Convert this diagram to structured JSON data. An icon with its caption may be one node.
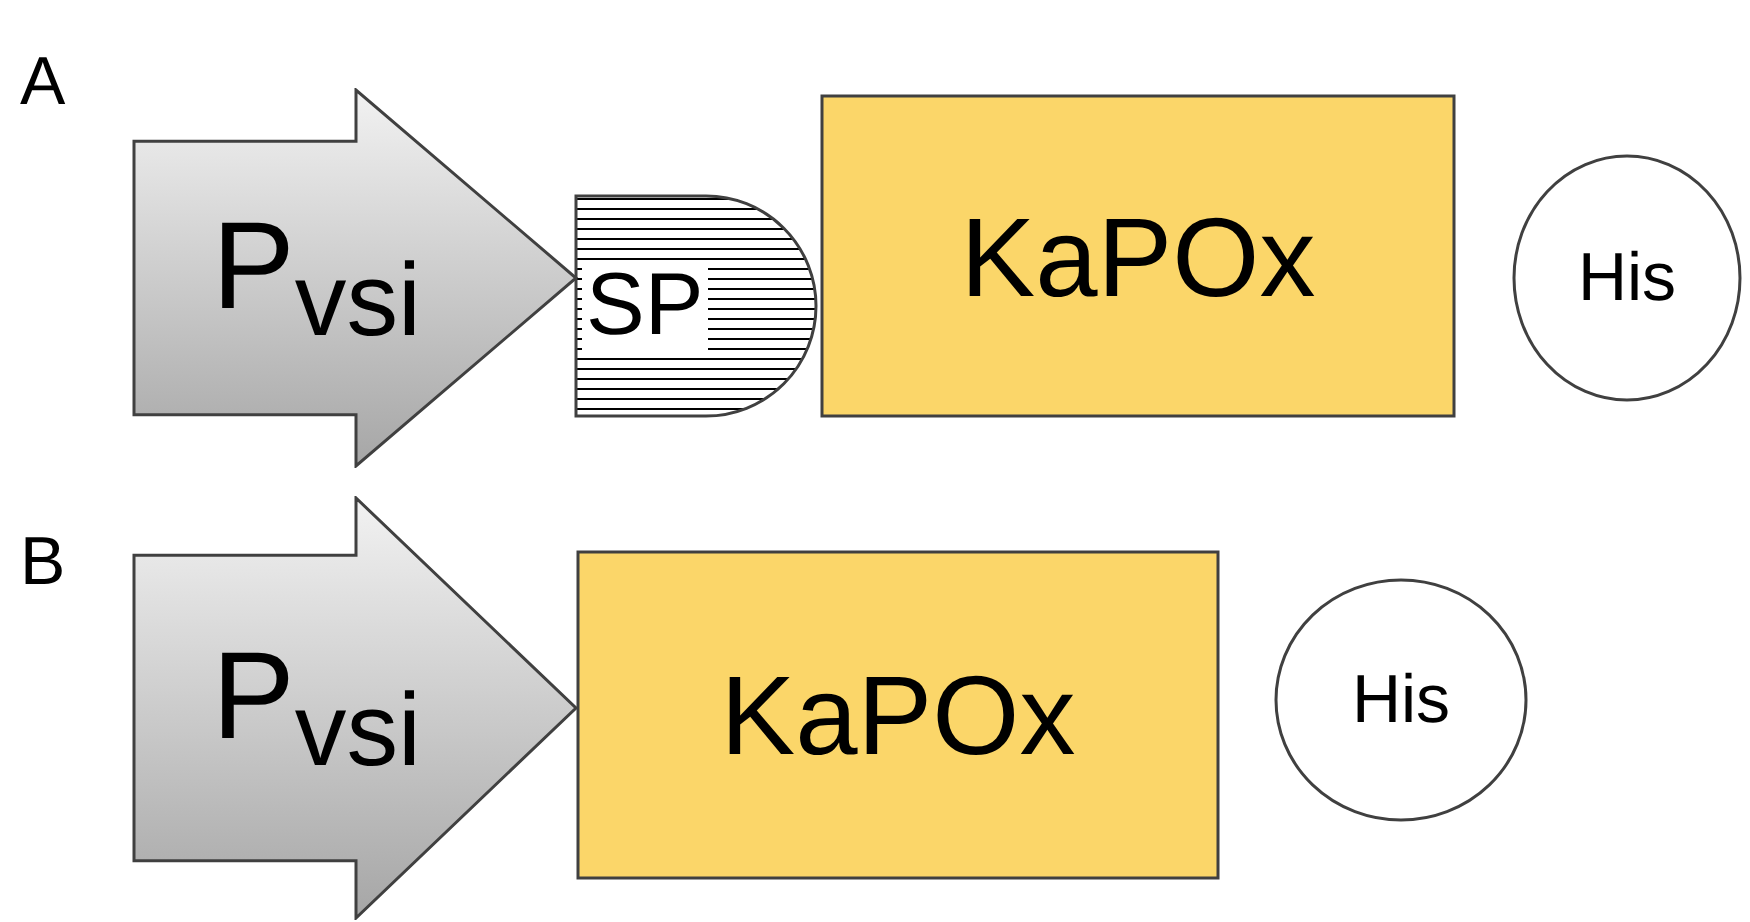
{
  "diagram": {
    "nodes": [
      {
        "text": [
          "P$_{vsi}$"
        ]
      },
      {
        "text": [
          "SP"
        ]
      },
      {
        "text": [
          "KaPOx"
        ]
      },
      {
        "text": [
          "His"
        ]
      },
      {
        "text": [
          "P$_{vsi}$"
        ]
      },
      {
        "text": [
          "KaPOx"
        ]
      },
      {
        "text": [
          "His"
        ]
      }
    ],
    "labels": [
      "A",
      "B"
    ]
  }
}
